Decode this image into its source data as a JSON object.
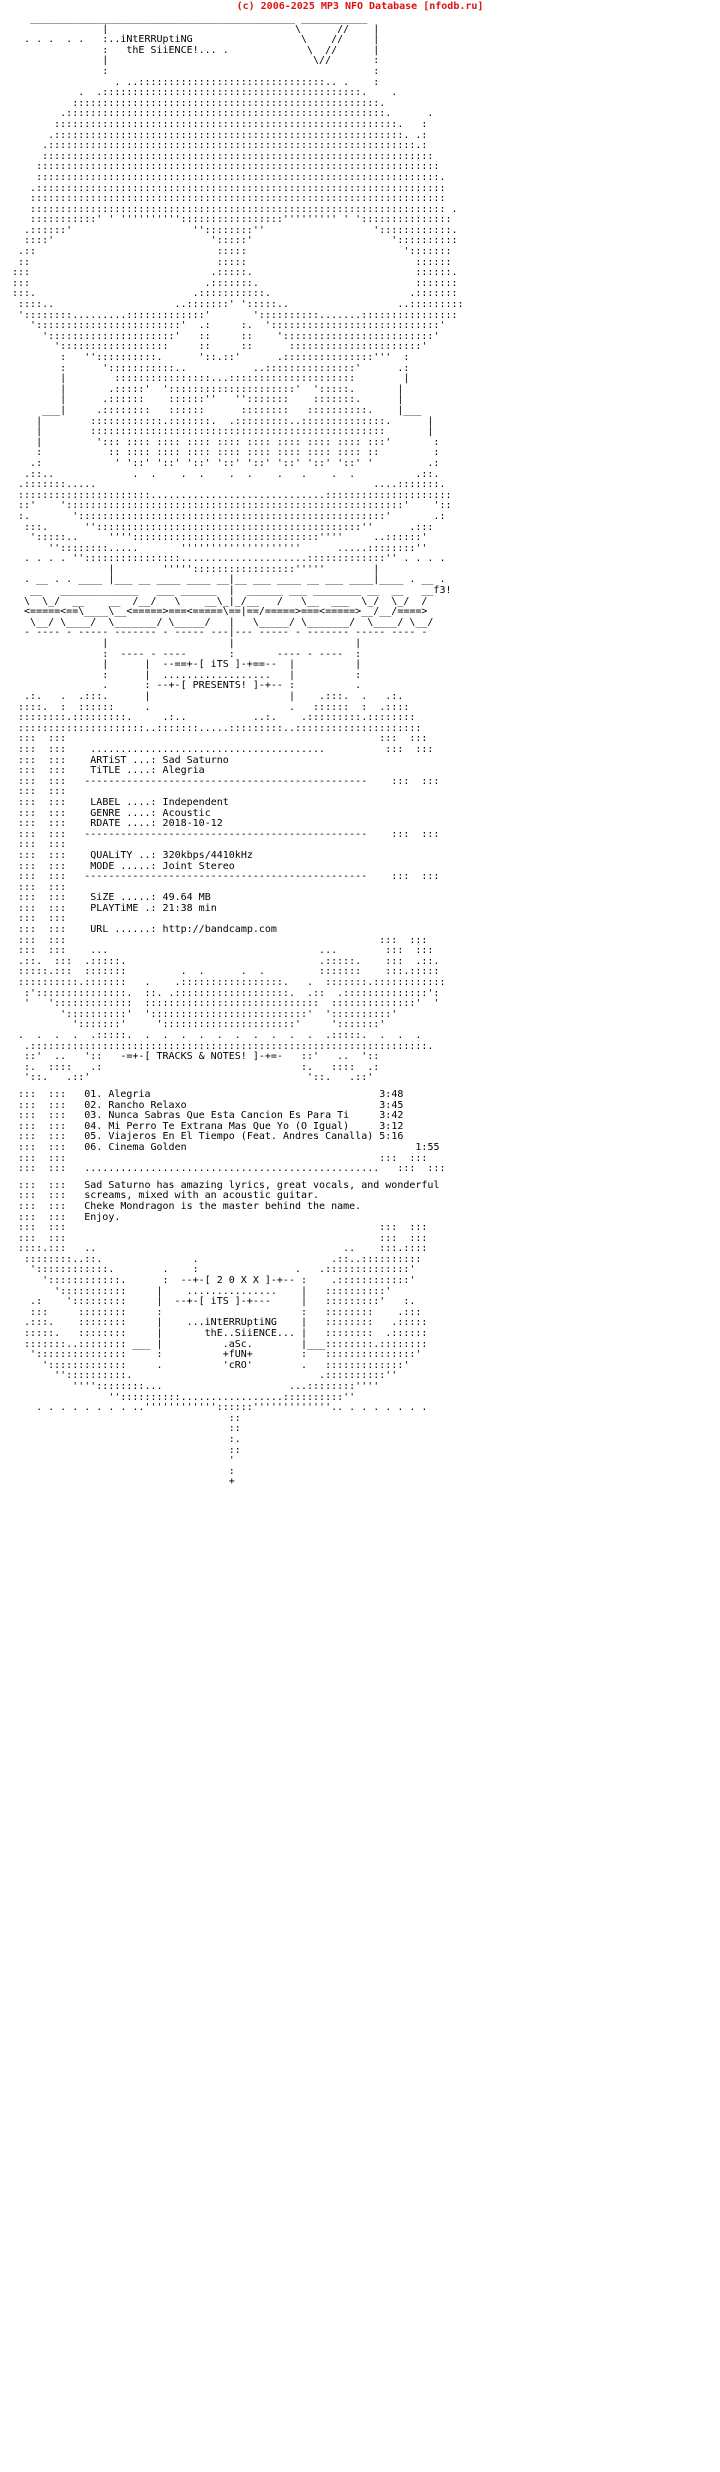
{
  "site_banner": "(c) 2006-2025 MP3 NFO Database [nfodb.ru]",
  "art": {
    "top_ascii": "   ____________________________________________ ___________\n               |                               \\      //    |\n  . . .  . .   :..iNtERRUptiNG                  \\    //     |\n               :   thE SiiENCE!... .             \\  //      |\n               |                                  \\//       :\n               :                                            :\n                 . ..:::::::::::::::::::::::::::::::.. .    :\n           .  .:::::::::::::::::::::::::::::::::::::::::::.    .\n          :::::::::::::::::::::::::::::::::::::::::::::::::::.\n        .:::::::::::::::::::::::::::::::::::::::::::::::::::::.      .\n       :::::::::::::::::::::::::::::::::::::::::::::::::::::::::.   :\n      .::::::::::::::::::::::::::::::::::::::::::::::::::::::::::. .:\n     .:::::::::::::::::::::::::::::::::::::::::::::::::::::::::::::.:\n     :::::::::::::::::::::::::::::::::::::::::::::::::::::::::::::::::\n    :::::::::::::::::::::::::::::::::::::::::::::::::::::::::::::::::::\n    :::::::::::::::::::::::::::::::::::::::::::::::::::::::::::::::::::.\n   .:::::::::::::::::::::::::::::::::::::::::::::::::::::::::::::::::::: \n   :::::::::::::::::::::::::::::::::::::::::::::::::::::::::::::::::::::\n   ::::::::::::::::::::::::::::::::::::::::::::::::::::::::::::::::::::: .\n   :::::::::::' ' '''''''''':::::::::::::::::''''''''' ' ':::::::::::::::\n  .::::::'                    ''::::::::''                  '::::::::::::.\n  ::::'                          ':::::'                       '::::::::::\n .::                              :::::                          ':::::::\n ::                               :::::                            ::::::\n:::                              .:::::.                           ::::::.\n:::                             .:::::::.                          ::::::: \n:::.                          .:::::::::::.                       .:::::::\n ::::..                    ..:::::::' ':::::..                  ..:::::::::\n '::::::::.........:::::::::::::'       '::::::::::.......::::::::::::::::\n   '::::::::::::::::::::::::'  .:     :.  '::::::::::::::::::::::::::::'\n     ':::::::::::::::::::::'   ::     ::    ':::::::::::::::::::::::::'\n       '::::::::::::::::::     ::     ::      ::::::::::::::::::::::' \n        :   ''::::::::::.      '::.::'      .:::::::::::::::'''  :\n        :      ':::::::::::..           ..:::::::::::::::'      .:\n        |        ::::::::::::::::...:::::::::::::::::::::        |\n        |       .:::::'  ':::::::::::::::::::::'  ':::::.       |\n        |      .::::::    ::::::''   '':::::::    :::::::.      |\n     ___|     .::::::::   ::::::      ::::::::   ::::::::::.    |___\n    |        ::::::::::::.:::::::.  .:::::::::..::::::::::::::.      |\n    |        :::::::::::::::::::::::::::::::::::::::::::::::::       |\n    |         '::: :::: :::: :::: :::: :::: :::: :::: :::: :::'       :\n    :           :: :::: :::: :::: :::: :::: :::: :::: :::: ::         :\n   .:            ' '::' '::' '::' '::' '::' '::' '::' '::' '         .:\n  .::..             .  .    .  .    .  .    .   .    .  .          .::.\n .:::::::.....                                              ....:::::::.\n ::::::::::::::::::::::.............................:::::::::::::::::::::\n ::'    '::::::::::::::::::::::::::::::::::::::::::::::::::::::::'    '::\n :.       ':::::::::::::::::::::::::::::::::::::::::::::::::::'       .:\n  :::.      ''::::::::::::::::::::::::::::::::::::::::::::''      .:::\n   ':::::..     '''':::::::::::::::::::::::::::::::''''     ..::::::'\n      ''::::::::.....       ''''''''''''''''''''      .....::::::::''\n  . . . . ''::::::::::::::::.....................:::::::::::::'' . . . .\n                |        ''''':::::::::::::::::'''''        |\n  . __ . . ____ |___ __ ____ ____ __|__ ___ ____ __ ___ ____|____ . __ .\n   __   _____________   ___ ______  |  ______ ___ ________ __  __   __f3!\n  \\  \\_/  __    __  /__/   \\    __\\_|_/__   /   \\__  ___  \\_/  \\_/  /\n  <=====<==\\____\\__<=====>===<=====\\==|==/=====>===<=====>__/__/====>\n   \\__/ \\____/  \\_______/ \\_____/   |   \\_____/ \\_______/  \\____/ \\__/\n  - ---- - ----- ------- - ----- ---|--- ----- - ------- ----- ---- -",
    "presents_ascii": "               |                    |                    |\n               :  ---- - ----       :       ---- - ----  :\n               |      |  --==+-[ iTS ]-+==--  |          |\n               :      |  ..................   |          :\n               .      : --+-[ PRESENTS! ]-+-- :          .\n  .:.   .  .:::.      |                       |    .:::.  .   .:.\n ::::.  :  ::::::     .                       .   ::::::  :  .::::\n ::::::::.:::::::::.     .:..           ..:.    .:::::::::.::::::::\n :::::::::::::::::::::..:::::::.....:::::::::..:::::::::::::::::::::",
    "info_header_ascii": " :::  :::                                                    :::  :::\n :::  :::    .......................................          :::  :::",
    "divider_ascii": " :::  :::   -----------------------------------------------    :::  :::",
    "tracks_header_ascii": " :::  :::                                                    :::  :::\n :::  :::    ...                                   ...        :::  :::\n .::.  :::  .:::::.                                .:::::.    :::  .::.\n :::::.:::  :::::::         .  .      .  .         :::::::    :::.:::::\n ::::::::::.:::::::   .    .:::::::::::::::::.   .  :::::::.::::::::::::\n  :':::::::::::::::.  ::. .:::::::::::::::::::.  .::  .::::::::::::::':\n  '   ':::::::::::::  :::::::::::::::::::::::::::::  ::::::::::::::'  '\n        '::::::::::'  '::::::::::::::::::::::::::'  '::::::::::'\n          ':::::::'     '::::::::::::::::::::::'     ':::::::'\n .  .  .  .  .:::::.  .  .  .  .  .  .  .  .  .  .  .:::::.  .  .  .\n  .::::::::::::::::::::::::::::::::::::::::::::::::::::::::::::::::::.\n  ::'  ..   '::   -=+-[ TRACKS & NOTES! ]-+=-   ::'   ..  '::\n  :.  ::::   .:                                 :.   ::::  .:\n  '::.   .::'                                    '::.   .::'",
    "notes_header_ascii": " :::  :::                                                    :::  :::\n :::  :::   .................................................   :::  :::",
    "footer_ascii": " :::  :::                                                    :::  :::\n :::  :::                                                    :::  :::\n ::::.:::   ..                                         ..    :::.::::\n  ::::::::..::.               .                      .::..::::::::::\n   '::::::::::::.        .    :                .   .::::::::::::::'\n     '::::::::::::.      :  --+-[ 2 0 X X ]-+-- :    .::::::::::::'\n       ':::::::::::     |    ...............    |   ::::::::::'\n   .:    ':::::::::     |  --+-[ iTS ]-+---     |   :::::::::'   :.\n   :::     ::::::::     :                       :   ::::::::    .:::\n  .:::.    ::::::::     |    ...iNtERRUptiNG    |   ::::::::   .:::::\n  :::::.   ::::::::     |       thE..SiiENCE... |   ::::::::  .::::::\n  :::::::..:::::::: ___ |          .aSc.        |___::::::::.::::::::\n   ':::::::::::::::     :          +fUN+        :   :::::::::::::::'\n     ':::::::::::::     .          'cRO'        .   :::::::::::::'\n       ''::::::::::.                               .::::::::::''\n          ''''::::::::...                     ...::::::::''''\n                ''::::::::::.................::::::::::''\n    . . . . . . . . ..''''''''''''::::::'''''''''''''.. . . . . . . .\n                                    ::\n                                    ::\n                                    :.\n                                    ::\n                                    '\n                                    :\n                                    +"
  },
  "release": {
    "artist_label": "ARTiST ...:",
    "artist": "Sad Saturno",
    "title_label": "TiTLE ....:",
    "title": "Alegria",
    "label_label": "LABEL ....:",
    "label": "Independent",
    "genre_label": "GENRE ....:",
    "genre": "Acoustic",
    "rdate_label": "RDATE ....:",
    "rdate": "2018-10-12",
    "quality_label": "QUALiTY ..:",
    "quality": "320kbps/4410kHz",
    "mode_label": "MODE .....:",
    "mode": "Joint Stereo",
    "size_label": "SiZE .....:",
    "size": "49.64 MB",
    "playtime_label": "PLAYTiME .:",
    "playtime": "21:38 min",
    "url_label": "URL ......:",
    "url": "http://bandcamp.com"
  },
  "tracks": [
    {
      "num": "01.",
      "title": "Alegria",
      "time": "3:48"
    },
    {
      "num": "02.",
      "title": "Rancho Relaxo",
      "time": "3:45"
    },
    {
      "num": "03.",
      "title": "Nunca Sabras Que Esta Cancion Es Para Ti",
      "time": "3:42"
    },
    {
      "num": "04.",
      "title": "Mi Perro Te Extrana Mas Que Yo (O Igual)",
      "time": "3:12"
    },
    {
      "num": "05.",
      "title": "Viajeros En El Tiempo (Feat. Andres Canalla)",
      "time": "5:16"
    },
    {
      "num": "06.",
      "title": "Cinema Golden",
      "time": "1:55"
    }
  ],
  "notes": [
    "Sad Saturno has amazing lyrics, great vocals, and wonderful",
    "screams, mixed with an acoustic guitar.",
    "Cheke Mondragon is the master behind the name.",
    "Enjoy."
  ]
}
